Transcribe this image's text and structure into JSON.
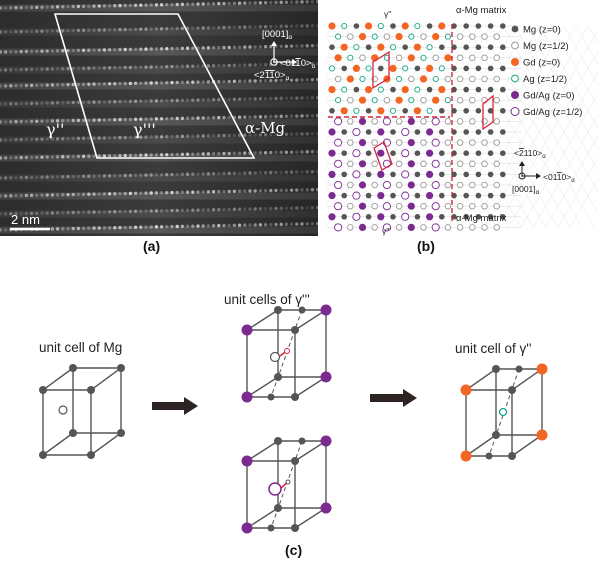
{
  "panel_a": {
    "label_gamma2": "γ''",
    "label_gamma3": "γ'''",
    "label_matrix": "α-Mg",
    "scale_bar": "2 nm",
    "dir_top": "[0001]",
    "dir_top_sub": "α",
    "dir_right": "<01",
    "dir_right_bar": "1",
    "dir_right_end": "0>",
    "dir_right_sub": "α",
    "dir_left": "<2",
    "dir_left_bar": "11",
    "dir_left_end": "0>",
    "dir_left_sub": "α"
  },
  "panel_b": {
    "label_gamma2": "γ''",
    "label_gamma3": "γ'''",
    "matrix_top": "α-Mg matrix",
    "matrix_bottom": "α-Mg matrix",
    "legend": [
      {
        "label": "Mg (z=0)",
        "color": "#555555",
        "filled": true
      },
      {
        "label": "Mg (z=1/2)",
        "color": "#9a9a9a",
        "filled": false
      },
      {
        "label": "Gd (z=0)",
        "color": "#f26522",
        "filled": true
      },
      {
        "label": "Ag (z=1/2)",
        "color": "#17a589",
        "filled": false
      },
      {
        "label": "Gd/Ag (z=0)",
        "color": "#7b2a8f",
        "filled": true
      },
      {
        "label": "Gd/Ag (z=1/2)",
        "color": "#7b2a8f",
        "filled": false
      }
    ],
    "dir_1": "<",
    "dir_1_bar": "2",
    "dir_1_end": "110>",
    "dir_1_sub": "α",
    "dir_2": "<01",
    "dir_2_bar": "1",
    "dir_2_end": "0>",
    "dir_2_sub": "α",
    "dir_3": "[0001]",
    "dir_3_sub": "α"
  },
  "panel_c": {
    "title_mg": "unit cell of Mg",
    "title_g3": "unit cells of γ'''",
    "title_g2": "unit cell of γ''"
  },
  "captions": {
    "a": "(a)",
    "b": "(b)",
    "c": "(c)"
  },
  "colors": {
    "gd": "#f26522",
    "gdag": "#7b2a8f",
    "ag": "#17a589",
    "mg": "#555555",
    "red": "#d7263d"
  }
}
